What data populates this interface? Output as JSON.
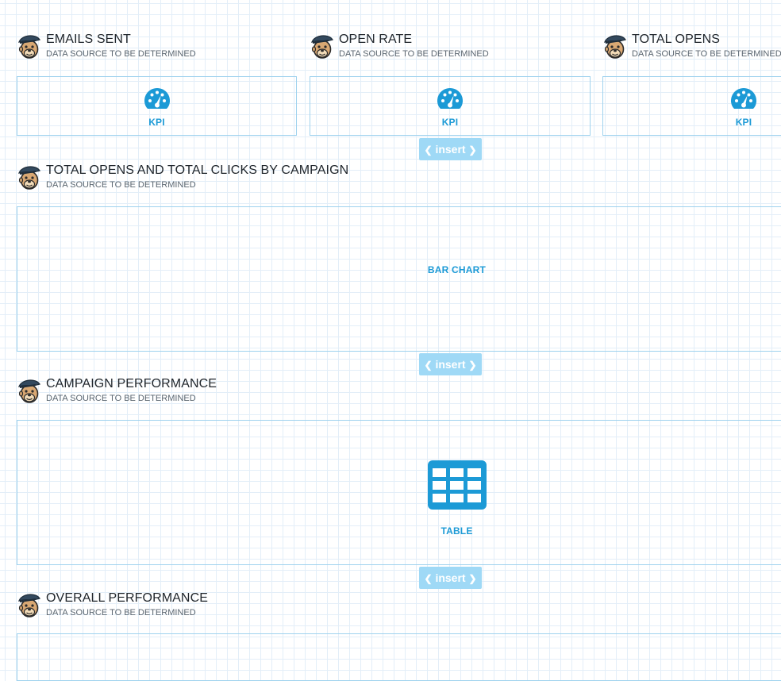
{
  "widgets": {
    "kpi1": {
      "title": "EMAILS SENT",
      "subtitle": "DATA SOURCE TO BE DETERMINED",
      "placeholder": "KPI"
    },
    "kpi2": {
      "title": "OPEN RATE",
      "subtitle": "DATA SOURCE TO BE DETERMINED",
      "placeholder": "KPI"
    },
    "kpi3": {
      "title": "TOTAL OPENS",
      "subtitle": "DATA SOURCE TO BE DETERMINED",
      "placeholder": "KPI"
    },
    "bar": {
      "title": "TOTAL OPENS AND TOTAL CLICKS BY CAMPAIGN",
      "subtitle": "DATA SOURCE TO BE DETERMINED",
      "placeholder": "BAR CHART"
    },
    "table": {
      "title": "CAMPAIGN PERFORMANCE",
      "subtitle": "DATA SOURCE TO BE DETERMINED",
      "placeholder": "TABLE"
    },
    "overall": {
      "title": "OVERALL PERFORMANCE",
      "subtitle": "DATA SOURCE TO BE DETERMINED"
    }
  },
  "insert": {
    "label": "insert",
    "left_chevron": "❮",
    "right_chevron": "❯"
  },
  "icons": {
    "logo": "mailchimp-freddie-icon",
    "kpi": "gauge-icon",
    "table": "table-grid-icon"
  },
  "colors": {
    "accent": "#1c9ad6",
    "frame_border": "#9fd2ee",
    "insert_bg": "#9fd9f6",
    "grid": "#e3eef8",
    "title": "#20262c",
    "subtitle": "#5b6670"
  }
}
